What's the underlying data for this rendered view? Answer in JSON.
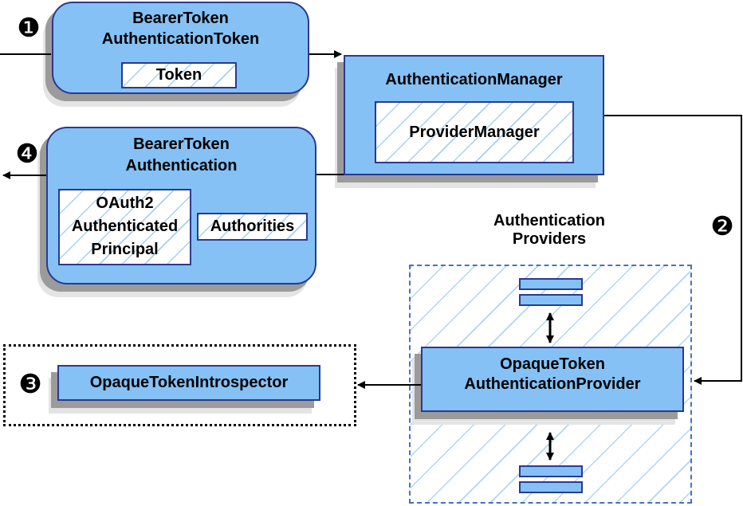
{
  "diagram": {
    "badges": {
      "step1": "❶",
      "step2": "❷",
      "step3": "❸",
      "step4": "❹"
    },
    "nodes": {
      "bearer_token_authentication_token": {
        "title": "BearerToken\nAuthenticationToken",
        "token_label": "Token"
      },
      "authentication_manager": {
        "title": "AuthenticationManager",
        "provider_manager_label": "ProviderManager"
      },
      "bearer_token_authentication": {
        "title": "BearerToken\nAuthentication",
        "principal_label": "OAuth2\nAuthenticated\nPrincipal",
        "authorities_label": "Authorities"
      },
      "authentication_providers": {
        "heading": "Authentication\nProviders",
        "provider_label": "OpaqueToken\nAuthenticationProvider"
      },
      "introspector": {
        "label": "OpaqueTokenIntrospector"
      }
    },
    "colors": {
      "node_fill": "#85C1F5",
      "node_border": "#2B3990",
      "hatch_line": "#A9CFF2",
      "container_dash_border": "#4472C4",
      "shadow_dark": "#9B9B9B",
      "shadow_light": "#E4E4E4",
      "arrow": "#000000",
      "text": "#000000",
      "background": "#FFFFFF"
    }
  }
}
